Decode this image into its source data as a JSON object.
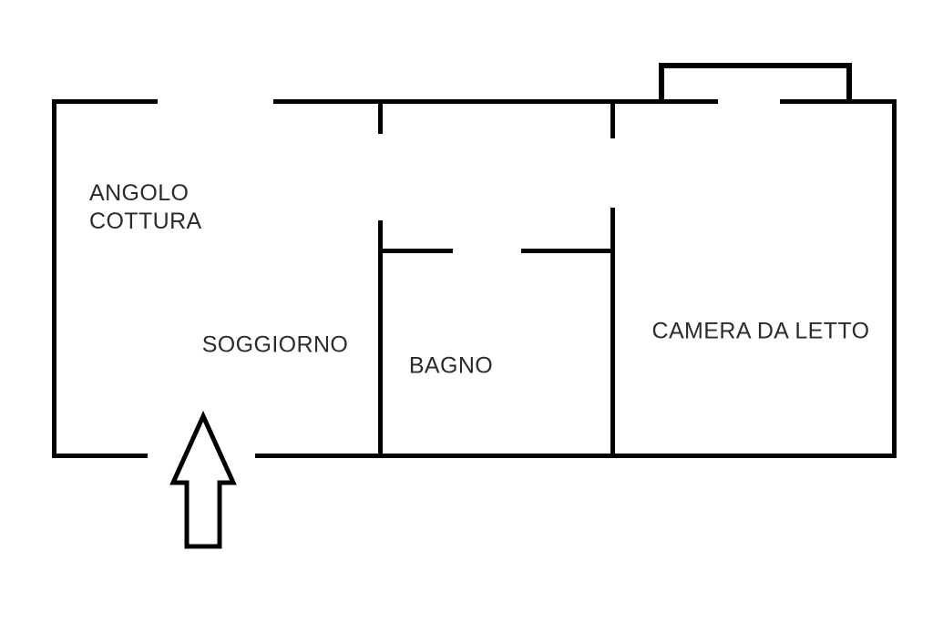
{
  "diagram": {
    "type": "floor-plan",
    "title": "apartment floor plan",
    "rooms": [
      {
        "id": "angolo-cottura",
        "label": "ANGOLO\nCOTTURA"
      },
      {
        "id": "soggiorno",
        "label": "SOGGIORNO"
      },
      {
        "id": "bagno",
        "label": "BAGNO"
      },
      {
        "id": "camera-da-letto",
        "label": "CAMERA DA LETTO"
      }
    ],
    "annotations": [
      {
        "id": "entrance-arrow",
        "meaning": "entrance direction indicator, pointing up into soggiorno"
      }
    ],
    "features": [
      "window gap in top wall over angolo cottura",
      "balcony bump-out above camera da letto with door gap",
      "interior door gaps between soggiorno/bagno and bagno/camera da letto",
      "entrance gap in bottom wall below soggiorno"
    ],
    "colors": {
      "walls": "#000000",
      "text": "#2b2b2b",
      "background": "#ffffff"
    }
  }
}
